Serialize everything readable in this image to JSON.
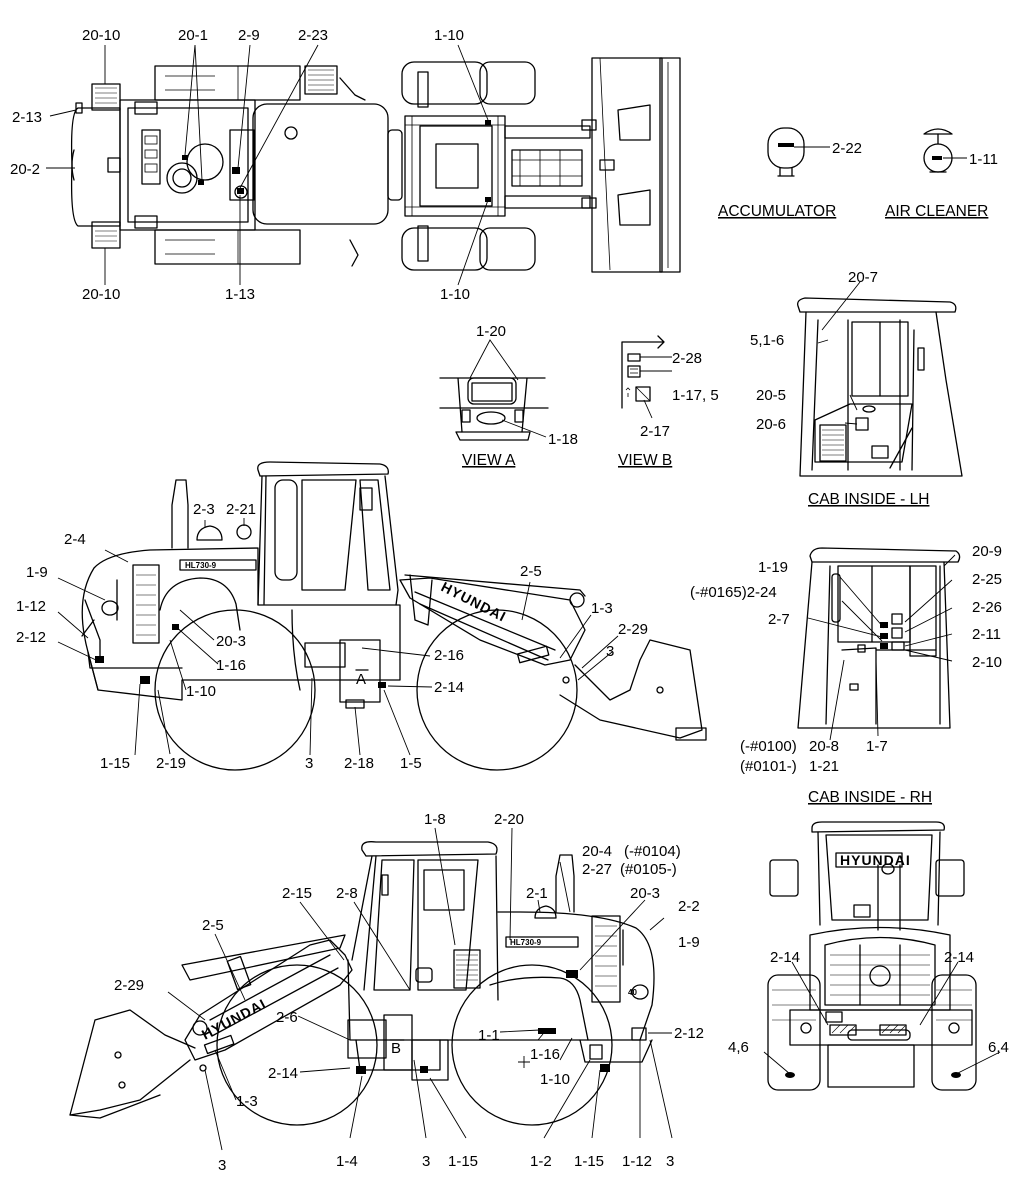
{
  "captions": {
    "accumulator": "ACCUMULATOR",
    "air_cleaner": "AIR CLEANER",
    "view_a": "VIEW A",
    "view_b": "VIEW B",
    "cab_lh": "CAB INSIDE - LH",
    "cab_rh": "CAB INSIDE - RH"
  },
  "marks": {
    "a": "A",
    "b": "B",
    "brand": "HYUNDAI",
    "model": "HL730-9",
    "speed": "40"
  },
  "labels": {
    "top": [
      "20-10",
      "20-1",
      "2-9",
      "2-23",
      "1-10",
      "2-13",
      "20-2",
      "20-10",
      "1-13",
      "1-10"
    ],
    "accessories": [
      "2-22",
      "1-11"
    ],
    "view_a": [
      "1-20",
      "1-18"
    ],
    "view_b": [
      "2-28",
      "1-17, 5",
      "2-17"
    ],
    "cab_lh": [
      "20-7",
      "5,1-6",
      "20-5",
      "20-6"
    ],
    "cab_rh": [
      "1-19",
      "(-#0165)2-24",
      "2-7",
      "20-9",
      "2-25",
      "2-26",
      "2-11",
      "2-10",
      "(-#0100)",
      "20-8",
      "(#0101-)",
      "1-21",
      "1-7"
    ],
    "left_side": [
      "2-3",
      "2-21",
      "2-4",
      "1-9",
      "1-12",
      "2-12",
      "20-3",
      "1-16",
      "1-10",
      "2-5",
      "1-3",
      "2-29",
      "3",
      "2-16",
      "2-14",
      "1-15",
      "2-19",
      "3",
      "2-18",
      "1-5"
    ],
    "right_side": [
      "1-8",
      "2-20",
      "20-4",
      "(-#0104)",
      "2-27",
      "(#0105-)",
      "2-15",
      "2-8",
      "2-1",
      "20-3",
      "2-2",
      "2-5",
      "1-9",
      "2-29",
      "2-6",
      "1-1",
      "1-16",
      "2-12",
      "2-14",
      "1-10",
      "1-3",
      "1-4",
      "3",
      "1-15",
      "1-2",
      "1-15",
      "1-12",
      "3",
      "3"
    ],
    "rear": [
      "2-14",
      "2-14",
      "4,6",
      "6,4"
    ]
  }
}
